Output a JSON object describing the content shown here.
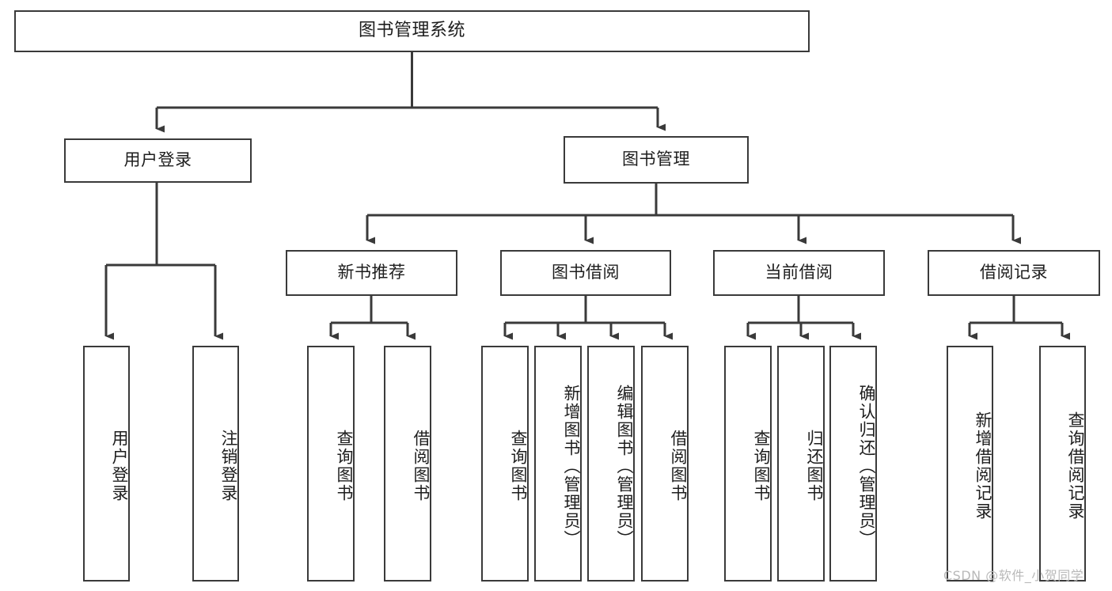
{
  "diagram": {
    "type": "tree-hierarchy",
    "title": "图书管理系统",
    "orientation": "top-down",
    "style": {
      "box_border_color": "#3a3a3a",
      "box_fill_color": "#ffffff",
      "edge_color": "#3a3a3a",
      "text_color": "#1d1d1d",
      "background": "#ffffff"
    },
    "levels": {
      "level1": [
        "图书管理系统"
      ],
      "level2": [
        "用户登录",
        "图书管理"
      ],
      "level3": [
        "新书推荐",
        "图书借阅",
        "当前借阅",
        "借阅记录"
      ],
      "level4_leaves": [
        "用户登录",
        "注销登录",
        "查询图书",
        "借阅图书",
        "查询图书",
        "新增图书（管理员）",
        "编辑图书（管理员）",
        "借阅图书",
        "查询图书",
        "归还图书",
        "确认归还（管理员）",
        "新增借阅记录",
        "查询借阅记录"
      ]
    },
    "nodes": {
      "root": {
        "label": "图书管理系统"
      },
      "user_login": {
        "label": "用户登录"
      },
      "book_mgmt": {
        "label": "图书管理"
      },
      "new_book_rec": {
        "label": "新书推荐"
      },
      "book_borrow": {
        "label": "图书借阅"
      },
      "current_borrow": {
        "label": "当前借阅"
      },
      "borrow_record": {
        "label": "借阅记录"
      },
      "leaf_user_login": {
        "label": "用户登录"
      },
      "leaf_logout": {
        "label": "注销登录"
      },
      "leaf_query_book_a": {
        "label": "查询图书"
      },
      "leaf_borrow_book_a": {
        "label": "借阅图书"
      },
      "leaf_query_book_b": {
        "label": "查询图书"
      },
      "leaf_add_book": {
        "label": "新增图书（管理员）"
      },
      "leaf_edit_book": {
        "label": "编辑图书（管理员）"
      },
      "leaf_borrow_book_b": {
        "label": "借阅图书"
      },
      "leaf_query_book_c": {
        "label": "查询图书"
      },
      "leaf_return_book": {
        "label": "归还图书"
      },
      "leaf_confirm_return": {
        "label": "确认归还（管理员）"
      },
      "leaf_add_record": {
        "label": "新增借阅记录"
      },
      "leaf_query_record": {
        "label": "查询借阅记录"
      }
    },
    "edges": [
      {
        "from": "root",
        "to": "user_login"
      },
      {
        "from": "root",
        "to": "book_mgmt"
      },
      {
        "from": "user_login",
        "to": "leaf_user_login"
      },
      {
        "from": "user_login",
        "to": "leaf_logout"
      },
      {
        "from": "book_mgmt",
        "to": "new_book_rec"
      },
      {
        "from": "book_mgmt",
        "to": "book_borrow"
      },
      {
        "from": "book_mgmt",
        "to": "current_borrow"
      },
      {
        "from": "book_mgmt",
        "to": "borrow_record"
      },
      {
        "from": "new_book_rec",
        "to": "leaf_query_book_a"
      },
      {
        "from": "new_book_rec",
        "to": "leaf_borrow_book_a"
      },
      {
        "from": "book_borrow",
        "to": "leaf_query_book_b"
      },
      {
        "from": "book_borrow",
        "to": "leaf_add_book"
      },
      {
        "from": "book_borrow",
        "to": "leaf_edit_book"
      },
      {
        "from": "book_borrow",
        "to": "leaf_borrow_book_b"
      },
      {
        "from": "current_borrow",
        "to": "leaf_query_book_c"
      },
      {
        "from": "current_borrow",
        "to": "leaf_return_book"
      },
      {
        "from": "current_borrow",
        "to": "leaf_confirm_return"
      },
      {
        "from": "borrow_record",
        "to": "leaf_add_record"
      },
      {
        "from": "borrow_record",
        "to": "leaf_query_record"
      }
    ]
  },
  "watermark": {
    "text": "CSDN @软件_小贺同学"
  }
}
